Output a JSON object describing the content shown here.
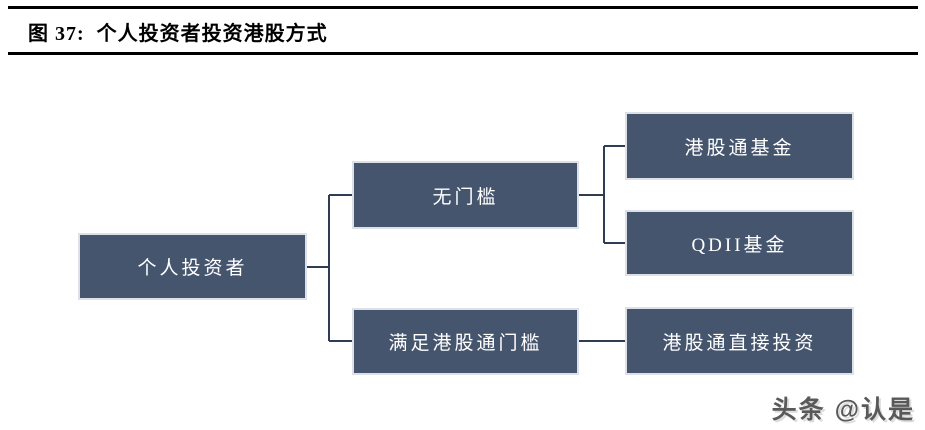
{
  "figure": {
    "title": "图 37:  个人投资者投资港股方式"
  },
  "diagram": {
    "nodes": {
      "investor": {
        "label": "个人投资者"
      },
      "no_threshold": {
        "label": "无门槛"
      },
      "meets_threshold": {
        "label": "满足港股通门槛"
      },
      "hk_connect_fund": {
        "label": "港股通基金"
      },
      "qdii_fund": {
        "label": "QDII基金"
      },
      "hk_connect_direct": {
        "label": "港股通直接投资"
      }
    },
    "edges": [
      {
        "from": "个人投资者",
        "to": "无门槛"
      },
      {
        "from": "个人投资者",
        "to": "满足港股通门槛"
      },
      {
        "from": "无门槛",
        "to": "港股通基金"
      },
      {
        "from": "无门槛",
        "to": "QDII基金"
      },
      {
        "from": "满足港股通门槛",
        "to": "港股通直接投资"
      }
    ],
    "colors": {
      "node_fill": "#46556e",
      "node_border": "#dde0e6",
      "node_text": "#ffffff",
      "connector": "#2e3d52",
      "title_text": "#000000",
      "rule": "#000000"
    }
  },
  "watermark": {
    "text": "头条 @认是"
  }
}
